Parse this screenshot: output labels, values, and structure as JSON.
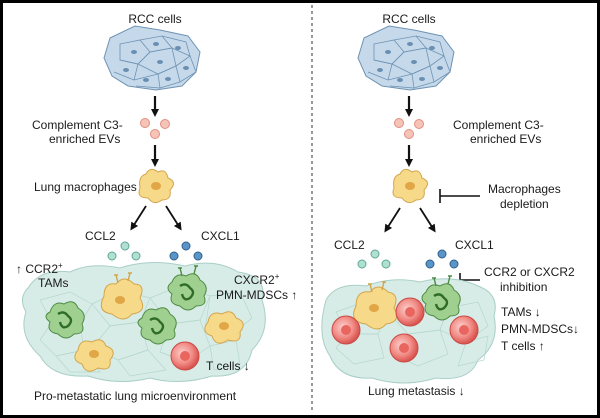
{
  "left": {
    "rcc_label": "RCC cells",
    "evs_line1": "Complement C3-",
    "evs_line2": "enriched EVs",
    "macrophage_label": "Lung macrophages",
    "ccl2_label": "CCL2",
    "cxcl1_label": "CXCL1",
    "ccr2_label": "CCR2",
    "ccr2_sup": "+",
    "tams_label": "TAMs",
    "ccr2_arrow": "↑",
    "cxcr2_label": "CXCR2",
    "cxcr2_sup": "+",
    "pmn_label": "PMN-MDSCs",
    "pmn_arrow": "↑",
    "tcells_label": "T cells",
    "tcells_arrow": "↓",
    "footer": "Pro-metastatic lung microenvironment"
  },
  "right": {
    "rcc_label": "RCC cells",
    "evs_line1": "Complement C3-",
    "evs_line2": "enriched EVs",
    "depletion_line1": "Macrophages",
    "depletion_line2": "depletion",
    "ccl2_label": "CCL2",
    "cxcl1_label": "CXCL1",
    "inhibition_line1": "CCR2 or CXCR2",
    "inhibition_line2": "inhibition",
    "tams_label": "TAMs",
    "tams_arrow": "↓",
    "pmn_label": "PMN-MDSCs",
    "pmn_arrow": "↓",
    "tcells_label": "T cells",
    "tcells_arrow": "↑",
    "footer": "Lung metastasis",
    "footer_arrow": "↓"
  },
  "colors": {
    "frame": "#000000",
    "divider": "#555555",
    "rcc_cell": "#b7cfe3",
    "rcc_edge": "#6f93b4",
    "ev": "#f4b9ad",
    "macrophage": "#f6d27c",
    "tissue": "#d9ece8",
    "ccl2_dot": "#a6dccd",
    "cxcl1_dot": "#4f8fc6",
    "mdsc": "#8cc580",
    "tcell": "#f0837e"
  }
}
